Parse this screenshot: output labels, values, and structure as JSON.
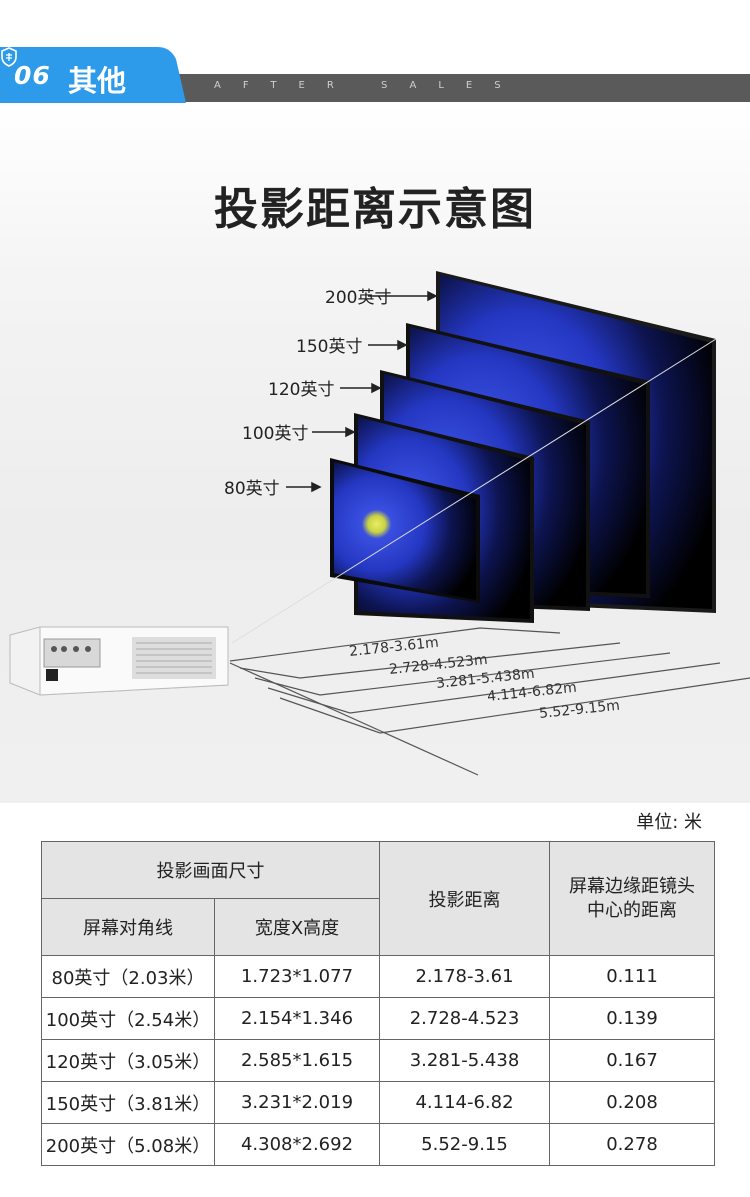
{
  "header": {
    "number": "06",
    "label": "其他",
    "subtitle": "AFTER SALES",
    "badge_icon": "shield-icon",
    "accent_color": "#2e9bea"
  },
  "hero": {
    "title": "投影距离示意图",
    "screen_sizes": [
      "200英寸",
      "150英寸",
      "120英寸",
      "100英寸",
      "80英寸"
    ],
    "distances": [
      "2.178-3.61m",
      "2.728-4.523m",
      "3.281-5.438m",
      "4.114-6.82m",
      "5.52-9.15m"
    ]
  },
  "table": {
    "unit": "单位: 米",
    "header_group": "投影画面尺寸",
    "col_diagonal": "屏幕对角线",
    "col_wh": "宽度X高度",
    "col_distance": "投影距离",
    "col_offset": "屏幕边缘距镜头中心的距离",
    "rows": [
      {
        "diag": "80英寸（2.03米）",
        "wh": "1.723*1.077",
        "dist": "2.178-3.61",
        "offset": "0.111"
      },
      {
        "diag": "100英寸（2.54米）",
        "wh": "2.154*1.346",
        "dist": "2.728-4.523",
        "offset": "0.139"
      },
      {
        "diag": "120英寸（3.05米）",
        "wh": "2.585*1.615",
        "dist": "3.281-5.438",
        "offset": "0.167"
      },
      {
        "diag": "150英寸（3.81米）",
        "wh": "3.231*2.019",
        "dist": "4.114-6.82",
        "offset": "0.208"
      },
      {
        "diag": "200英寸（5.08米）",
        "wh": "4.308*2.692",
        "dist": "5.52-9.15",
        "offset": "0.278"
      }
    ]
  }
}
